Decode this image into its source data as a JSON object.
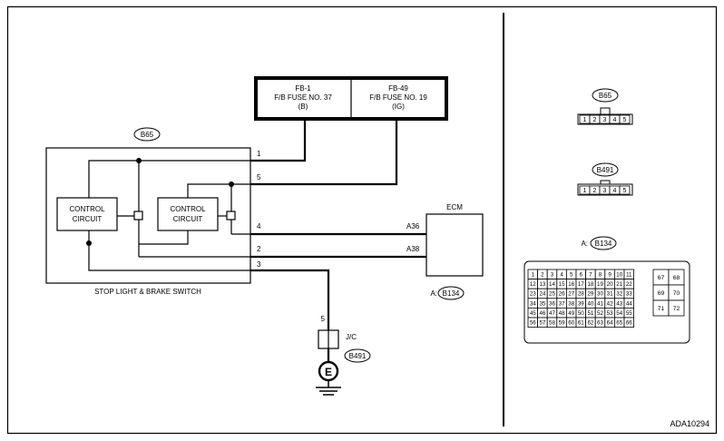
{
  "diagram_id": "ADA10294",
  "fuse_box": {
    "left": {
      "name": "FB-1",
      "fuse": "F/B FUSE NO. 37",
      "supply": "(B)"
    },
    "right": {
      "name": "FB-49",
      "fuse": "F/B FUSE NO. 19",
      "supply": "(IG)"
    }
  },
  "switch": {
    "connector": "B65",
    "label": "STOP LIGHT & BRAKE SWITCH",
    "circuit_left": [
      "CONTROL",
      "CIRCUIT"
    ],
    "circuit_right": [
      "CONTROL",
      "CIRCUIT"
    ],
    "pins": [
      "1",
      "5",
      "4",
      "2",
      "3"
    ]
  },
  "ecm": {
    "label": "ECM",
    "pins": [
      "A36",
      "A38"
    ],
    "prefix": "A:",
    "connector": "B134"
  },
  "joint": {
    "pin": "5",
    "label": "J/C",
    "connector": "B491",
    "ground": "E"
  },
  "connector_views": {
    "b65": {
      "label": "B65",
      "pins": [
        "1",
        "2",
        "3",
        "4",
        "5"
      ]
    },
    "b491": {
      "label": "B491",
      "pins": [
        "1",
        "2",
        "3",
        "4",
        "5"
      ]
    },
    "b134": {
      "prefix": "A:",
      "label": "B134",
      "rows": [
        [
          "1",
          "2",
          "3",
          "4",
          "5",
          "6",
          "7",
          "8",
          "9",
          "10",
          "11"
        ],
        [
          "12",
          "13",
          "14",
          "15",
          "16",
          "17",
          "18",
          "19",
          "20",
          "21",
          "22"
        ],
        [
          "23",
          "24",
          "25",
          "26",
          "27",
          "28",
          "29",
          "30",
          "31",
          "32",
          "33"
        ],
        [
          "34",
          "35",
          "36",
          "37",
          "38",
          "39",
          "40",
          "41",
          "42",
          "43",
          "44"
        ],
        [
          "45",
          "46",
          "47",
          "48",
          "49",
          "50",
          "51",
          "52",
          "53",
          "54",
          "55"
        ],
        [
          "56",
          "57",
          "58",
          "59",
          "60",
          "61",
          "62",
          "63",
          "64",
          "65",
          "66"
        ]
      ],
      "side": [
        [
          "67",
          "68"
        ],
        [
          "69",
          "70"
        ],
        [
          "71",
          "72"
        ]
      ]
    }
  }
}
